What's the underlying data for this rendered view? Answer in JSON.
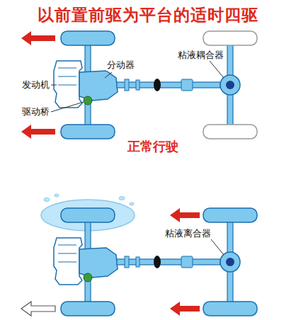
{
  "diagram": {
    "title": "以前置前驱为平台的适时四驱",
    "labels": [
      "分动器",
      "粘液耦合器",
      "发动机",
      "驱动桥",
      "正常行驶",
      "粘液离合器"
    ]
  }
}
